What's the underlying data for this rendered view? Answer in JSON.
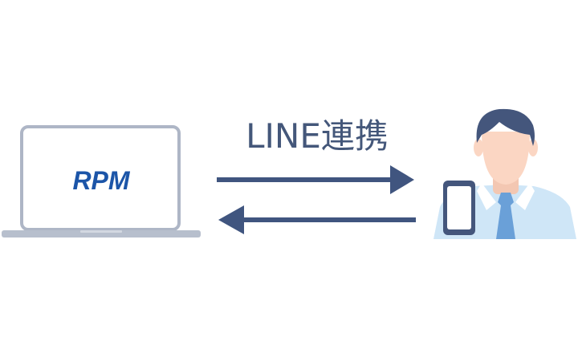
{
  "caption": "LINE連携",
  "laptop": {
    "logo_text": "RPM"
  },
  "arrows": [
    {
      "direction": "right"
    },
    {
      "direction": "left"
    }
  ],
  "colors": {
    "caption": "#44577a",
    "arrow": "#40557f",
    "laptop_frame": "#aeb6c6",
    "laptop_base": "#b7bfcd",
    "logo": "#1c55a8",
    "hair": "#44567c",
    "skin": "#fbd6c3",
    "shirt": "#cfe6f7",
    "tie": "#6aa0d8",
    "phone_body": "#44567c",
    "phone_screen": "#ffffff"
  }
}
